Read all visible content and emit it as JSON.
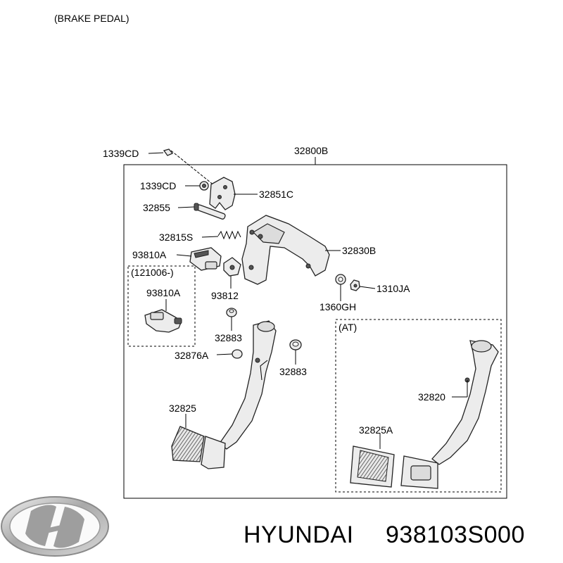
{
  "diagram": {
    "title": "(BRAKE PEDAL)",
    "group_note": "(121006-)",
    "at_note": "(AT)",
    "labels": {
      "p1339CD_top": "1339CD",
      "p32800B": "32800B",
      "p1339CD": "1339CD",
      "p32851C": "32851C",
      "p32855": "32855",
      "p32815S": "32815S",
      "p32830B": "32830B",
      "p93810A": "93810A",
      "p93810A_inset": "93810A",
      "p93812": "93812",
      "p1310JA": "1310JA",
      "p1360GH": "1360GH",
      "p32883_a": "32883",
      "p32876A": "32876A",
      "p32883_b": "32883",
      "p32820": "32820",
      "p32825": "32825",
      "p32825A": "32825A"
    }
  },
  "footer": {
    "brand": "HYUNDAI",
    "part_number": "938103S000"
  },
  "colors": {
    "line": "#000000",
    "part_fill": "#ececec",
    "logo_silver": "#b8b8b8"
  },
  "icons": {
    "logo": "hyundai-logo-icon"
  }
}
